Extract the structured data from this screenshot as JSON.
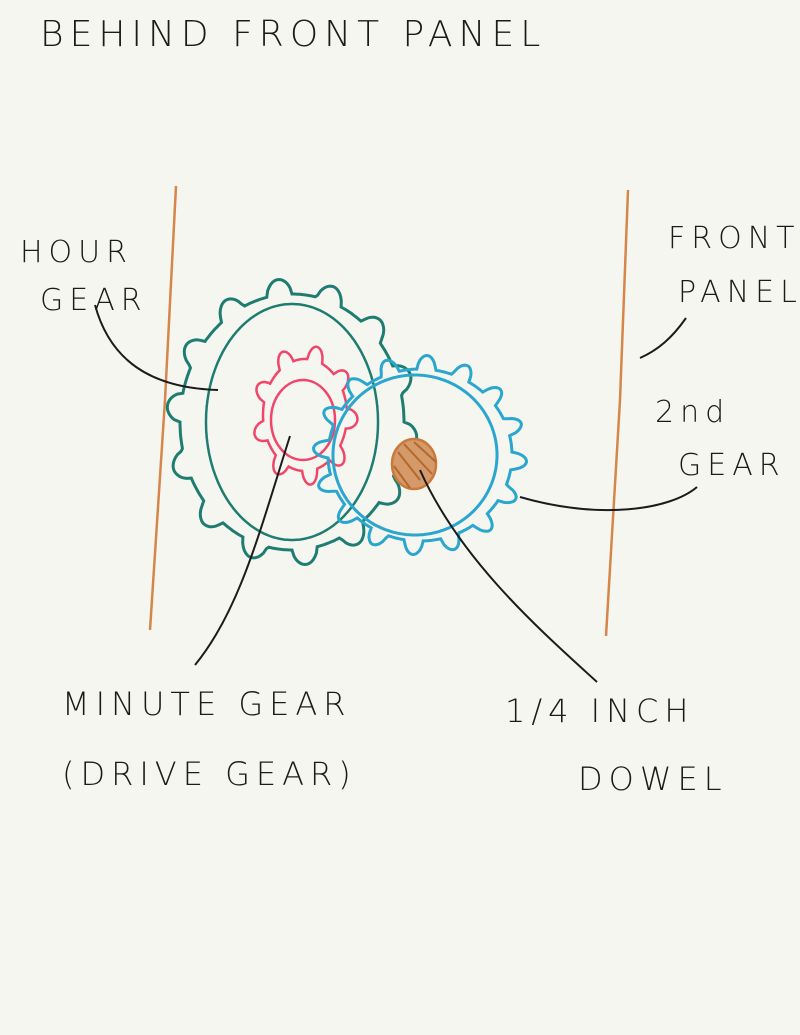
{
  "title": "BEHIND FRONT PANEL",
  "labels": {
    "hour_gear": [
      "HOUR",
      "GEAR"
    ],
    "front_panel": [
      "FRONT",
      "PANEL"
    ],
    "second_gear": [
      "2nd",
      "GEAR"
    ],
    "minute_gear": [
      "MINUTE GEAR",
      "(DRIVE GEAR)"
    ],
    "dowel": [
      "1/4 INCH",
      "DOWEL"
    ]
  },
  "colors": {
    "hour_gear": "#1e7d70",
    "minute_gear": "#f0466a",
    "second_gear": "#2aa6cf",
    "dowel": "#c87a3c",
    "panel": "#d7864a",
    "ink": "#1b1b1b"
  }
}
